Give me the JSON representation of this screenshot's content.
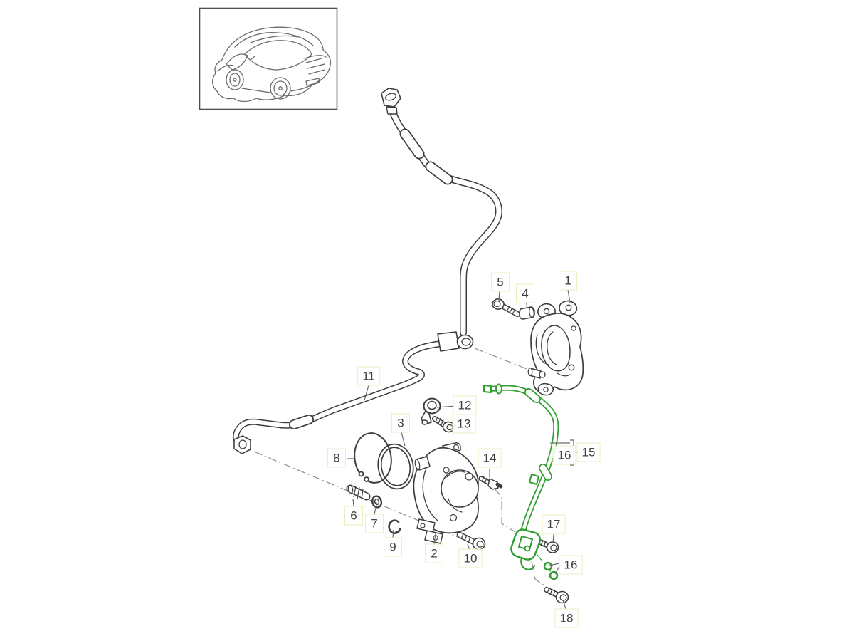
{
  "diagram": {
    "kind": "vehicle-parts-exploded-diagram",
    "subject": "vacuum pump and vacuum lines",
    "highlight_callouts": [
      "15",
      "16"
    ]
  },
  "colors": {
    "line": "#3d3d3d",
    "centerline": "#8f8f8f",
    "leader": "#6a6a6a",
    "highlight": "#2f9e2f",
    "label_border": "#eeeec0",
    "label_text": "#3f3f3f",
    "car_line": "#6b6b6b",
    "inset_border": "#4f4f4f",
    "bg": "#ffffff"
  },
  "callouts": {
    "c1": "1",
    "c2": "2",
    "c3": "3",
    "c4": "4",
    "c5": "5",
    "c6": "6",
    "c7": "7",
    "c8": "8",
    "c9": "9",
    "c10": "10",
    "c11": "11",
    "c12": "12",
    "c13": "13",
    "c14": "14",
    "c15": "15",
    "c16": "16",
    "c16b": "16",
    "c17": "17",
    "c18": "18"
  }
}
